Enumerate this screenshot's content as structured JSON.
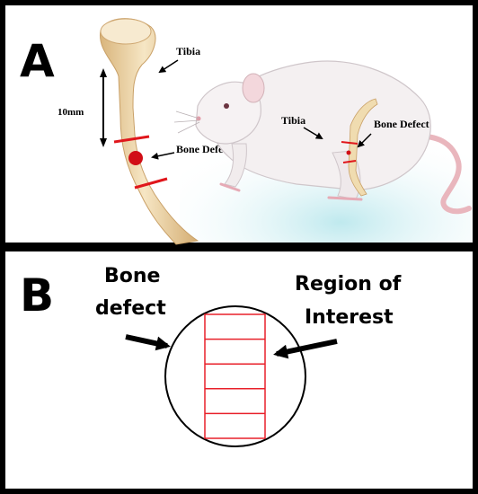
{
  "panel_a": {
    "letter": "A",
    "tibia_label_left": "Tibia",
    "scale_label": "10mm",
    "bone_defect_label_left": "Bone Defect",
    "tibia_label_right": "Tibia",
    "bone_defect_label_right": "Bone Defect"
  },
  "panel_b": {
    "letter": "B",
    "bone_defect_line1": "Bone",
    "bone_defect_line2": "defect",
    "roi_line1": "Region of",
    "roi_line2": "Interest",
    "roi_rows": 5
  },
  "colors": {
    "border": "#000000",
    "marker_red": "#e0161b",
    "roi_red": "#e8202a",
    "bone": "#efd8ad",
    "bone_shade": "#d9b57c",
    "rat_fur": "#f4f0f1",
    "rat_shadow": "#d9d2d6",
    "rat_pink": "#eab3bd",
    "bg_tint": "#cdeef2"
  }
}
